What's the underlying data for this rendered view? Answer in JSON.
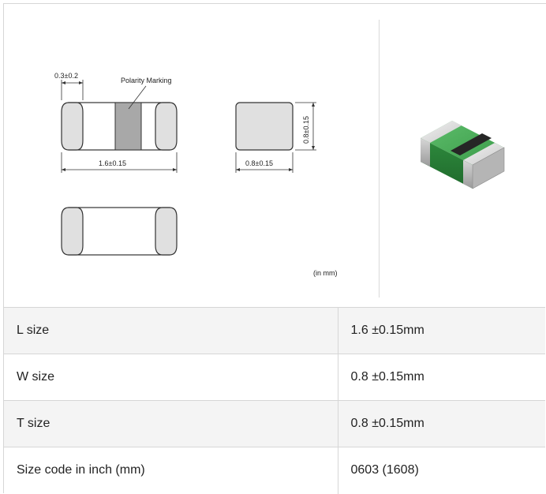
{
  "diagram": {
    "top_dim": "0.3±0.2",
    "polarity_label": "Polarity Marking",
    "length_dim": "1.6±0.15",
    "width_dim": "0.8±0.15",
    "height_dim": "0.8±0.15",
    "unit_note": "(in mm)"
  },
  "colors": {
    "marking_band": "#a8a8a8",
    "terminal": "#e0e0e0",
    "body_green": "#3f9a4c",
    "body_dark": "#2b2b2b"
  },
  "spec_table": [
    {
      "label": "L size",
      "value": "1.6 ±0.15mm"
    },
    {
      "label": "W size",
      "value": "0.8 ±0.15mm"
    },
    {
      "label": "T size",
      "value": "0.8 ±0.15mm"
    },
    {
      "label": "Size code in inch (mm)",
      "value": "0603 (1608)"
    }
  ]
}
